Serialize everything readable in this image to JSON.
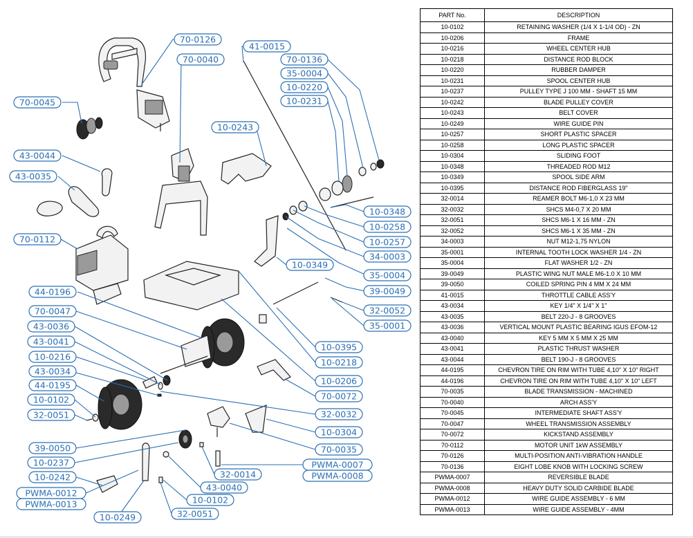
{
  "table": {
    "headers": {
      "part_no": "PART No.",
      "description": "DESCRIPTION"
    },
    "rows": [
      [
        "10-0102",
        "RETAINING WASHER (1/4 X 1-1/4 OD) - ZN"
      ],
      [
        "10-0206",
        "FRAME"
      ],
      [
        "10-0216",
        "WHEEL CENTER HUB"
      ],
      [
        "10-0218",
        "DISTANCE ROD BLOCK"
      ],
      [
        "10-0220",
        "RUBBER DAMPER"
      ],
      [
        "10-0231",
        "SPOOL CENTER HUB"
      ],
      [
        "10-0237",
        "PULLEY TYPE J 100 MM - SHAFT 15 MM"
      ],
      [
        "10-0242",
        "BLADE PULLEY COVER"
      ],
      [
        "10-0243",
        "BELT COVER"
      ],
      [
        "10-0249",
        "WIRE GUIDE PIN"
      ],
      [
        "10-0257",
        "SHORT PLASTIC SPACER"
      ],
      [
        "10-0258",
        "LONG PLASTIC SPACER"
      ],
      [
        "10-0304",
        "SLIDING FOOT"
      ],
      [
        "10-0348",
        "THREADED ROD M12"
      ],
      [
        "10-0349",
        "SPOOL SIDE ARM"
      ],
      [
        "10-0395",
        "DISTANCE ROD FIBERGLASS 19\""
      ],
      [
        "32-0014",
        "REAMER BOLT M6-1,0 X 23 MM"
      ],
      [
        "32-0032",
        "SHCS M4-0,7 X 20 MM"
      ],
      [
        "32-0051",
        "SHCS M6-1 X 16 MM - ZN"
      ],
      [
        "32-0052",
        "SHCS M6-1 X 35 MM - ZN"
      ],
      [
        "34-0003",
        "NUT M12-1,75 NYLON"
      ],
      [
        "35-0001",
        "INTERNAL TOOTH LOCK WASHER 1/4 - ZN"
      ],
      [
        "35-0004",
        "FLAT WASHER 1/2 - ZN"
      ],
      [
        "39-0049",
        "PLASTIC WING NUT MALE M6-1.0 X 10 MM"
      ],
      [
        "39-0050",
        "COILED SPRING PIN 4 MM X 24 MM"
      ],
      [
        "41-0015",
        "THROTTLE CABLE ASS'Y"
      ],
      [
        "43-0034",
        "KEY 1/4\" X 1/4\" X 1\""
      ],
      [
        "43-0035",
        "BELT 220-J - 8 GROOVES"
      ],
      [
        "43-0036",
        "VERTICAL MOUNT PLASTIC BEARING IGUS EFOM-12"
      ],
      [
        "43-0040",
        "KEY 5 MM X 5 MM X 25 MM"
      ],
      [
        "43-0041",
        "PLASTIC THRUST WASHER"
      ],
      [
        "43-0044",
        "BELT 190-J - 8 GROOVES"
      ],
      [
        "44-0195",
        "CHEVRON TIRE ON RIM WITH TUBE 4,10\" X 10\" RIGHT"
      ],
      [
        "44-0196",
        "CHEVRON TIRE ON RIM WITH TUBE 4,10\" X 10\" LEFT"
      ],
      [
        "70-0035",
        "BLADE TRANSMISSION - MACHINED"
      ],
      [
        "70-0040",
        "ARCH ASS'Y"
      ],
      [
        "70-0045",
        "INTERMEDIATE SHAFT ASS'Y"
      ],
      [
        "70-0047",
        "WHEEL TRANSMISSION ASSEMBLY"
      ],
      [
        "70-0072",
        "KICKSTAND ASSEMBLY"
      ],
      [
        "70-0112",
        "MOTOR UNIT 1kW ASSEMBLY"
      ],
      [
        "70-0126",
        "MULTI-POSITION ANTI-VIBRATION HANDLE"
      ],
      [
        "70-0136",
        "EIGHT LOBE KNOB WITH LOCKING SCREW"
      ],
      [
        "PWMA-0007",
        "REVERSIBLE BLADE"
      ],
      [
        "PWMA-0008",
        "HEAVY DUTY SOLID CARBIDE BLADE"
      ],
      [
        "PWMA-0012",
        "WIRE GUIDE ASSEMBLY - 6 MM"
      ],
      [
        "PWMA-0013",
        "WIRE GUIDE ASSEMBLY - 4MM"
      ]
    ]
  },
  "callouts": [
    "70-0126",
    "70-0040",
    "41-0015",
    "70-0136",
    "35-0004",
    "10-0220",
    "10-0231",
    "70-0045",
    "10-0243",
    "43-0044",
    "43-0035",
    "70-0112",
    "10-0348",
    "10-0258",
    "10-0257",
    "34-0003",
    "10-0349",
    "35-0004",
    "39-0049",
    "44-0196",
    "32-0052",
    "70-0047",
    "35-0001",
    "43-0036",
    "43-0041",
    "10-0395",
    "10-0216",
    "10-0218",
    "43-0034",
    "10-0206",
    "44-0195",
    "70-0072",
    "10-0102",
    "32-0032",
    "32-0051",
    "10-0304",
    "39-0050",
    "70-0035",
    "10-0237",
    "PWMA-0007",
    "PWMA-0008",
    "32-0014",
    "10-0242",
    "43-0040",
    "PWMA-0012",
    "PWMA-0013",
    "10-0102",
    "10-0249",
    "32-0051"
  ],
  "colors": {
    "callout": "#2b6fb5",
    "line": "#000000"
  }
}
